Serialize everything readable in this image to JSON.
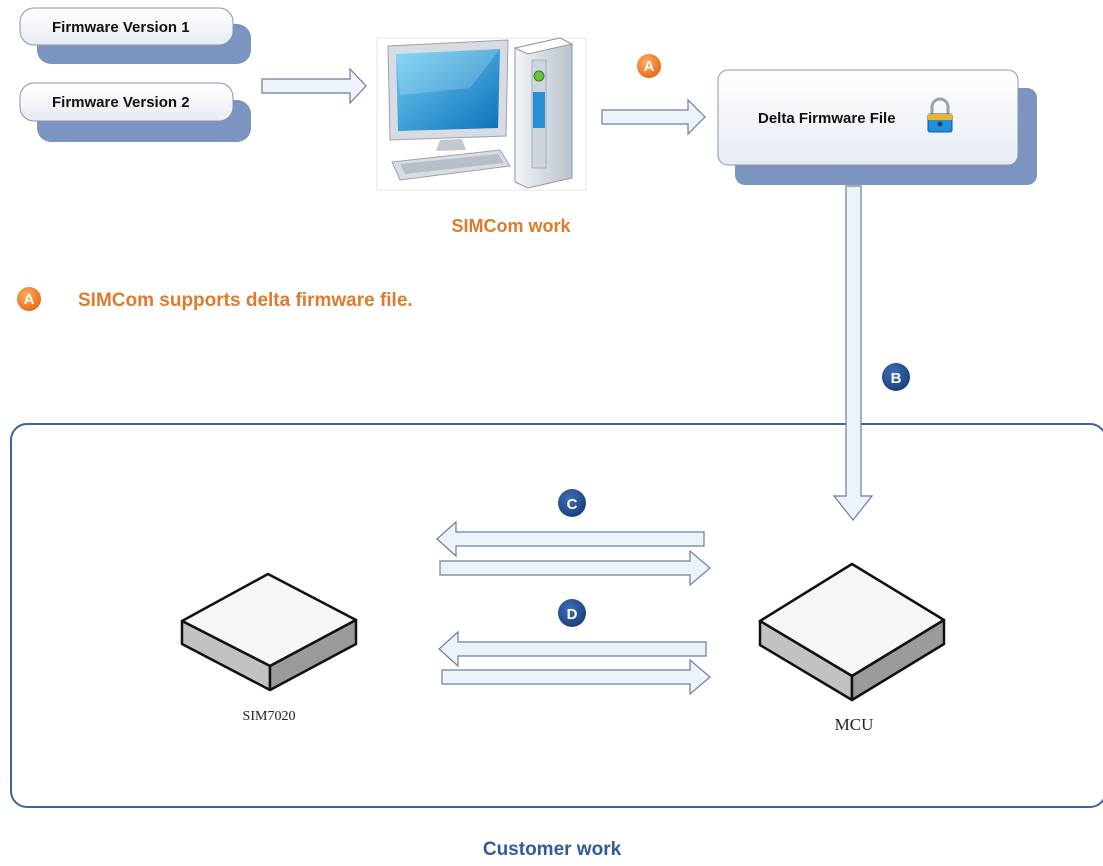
{
  "firmware_versions": [
    "Firmware Version 1",
    "Firmware Version 2"
  ],
  "delta_file": {
    "label": "Delta Firmware File",
    "icon": "lock-icon"
  },
  "simcom": {
    "work_label": "SIMCom work"
  },
  "note": {
    "badge": "A",
    "text": "SIMCom supports delta firmware file."
  },
  "steps": {
    "a": "A",
    "b": "B",
    "c": "C",
    "d": "D"
  },
  "devices": {
    "left": "SIM7020",
    "right": "MCU"
  },
  "customer": {
    "work_label": "Customer work"
  },
  "colors": {
    "orange": "#f07a1f",
    "blue": "#1f4e8f",
    "shadow": "#7b95c0",
    "arrow_fill": "#eef3fb",
    "arrow_stroke": "#6b7f9c"
  }
}
